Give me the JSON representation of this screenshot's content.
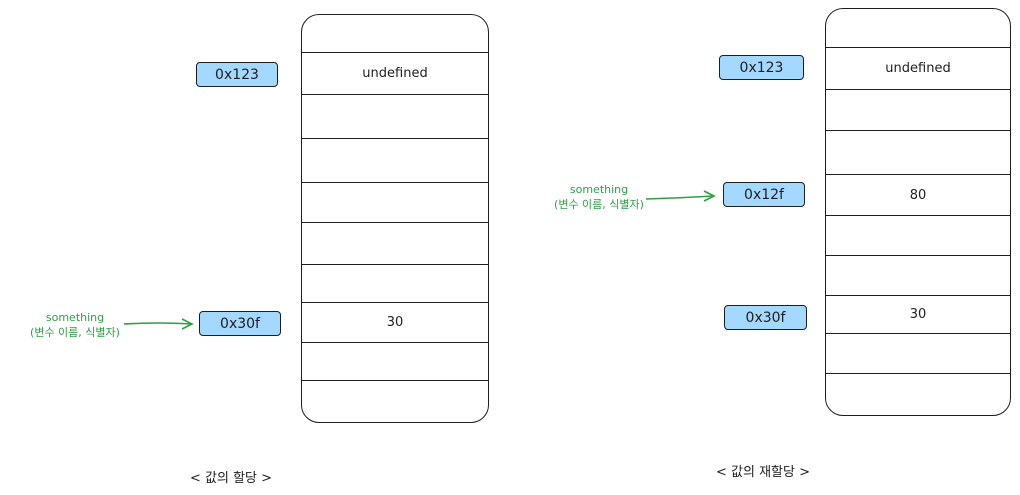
{
  "panels": [
    {
      "caption": "< 값의 할당 >",
      "identifier_line1": "something",
      "identifier_line2": "(변수 이름, 식별자)",
      "addresses": [
        "0x123",
        "0x30f"
      ],
      "cells": [
        "",
        "undefined",
        "",
        "",
        "",
        "",
        "",
        "30",
        "",
        ""
      ]
    },
    {
      "caption": "< 값의 재할당 >",
      "identifier_line1": "something",
      "identifier_line2": "(변수 이름, 식별자)",
      "addresses": [
        "0x123",
        "0x12f",
        "0x30f"
      ],
      "cells": [
        "",
        "undefined",
        "",
        "",
        "80",
        "",
        "",
        "30",
        "",
        ""
      ]
    }
  ],
  "colors": {
    "address_fill": "#a5d8ff",
    "annotation": "#2f9e44",
    "stroke": "#1e1e1e"
  }
}
